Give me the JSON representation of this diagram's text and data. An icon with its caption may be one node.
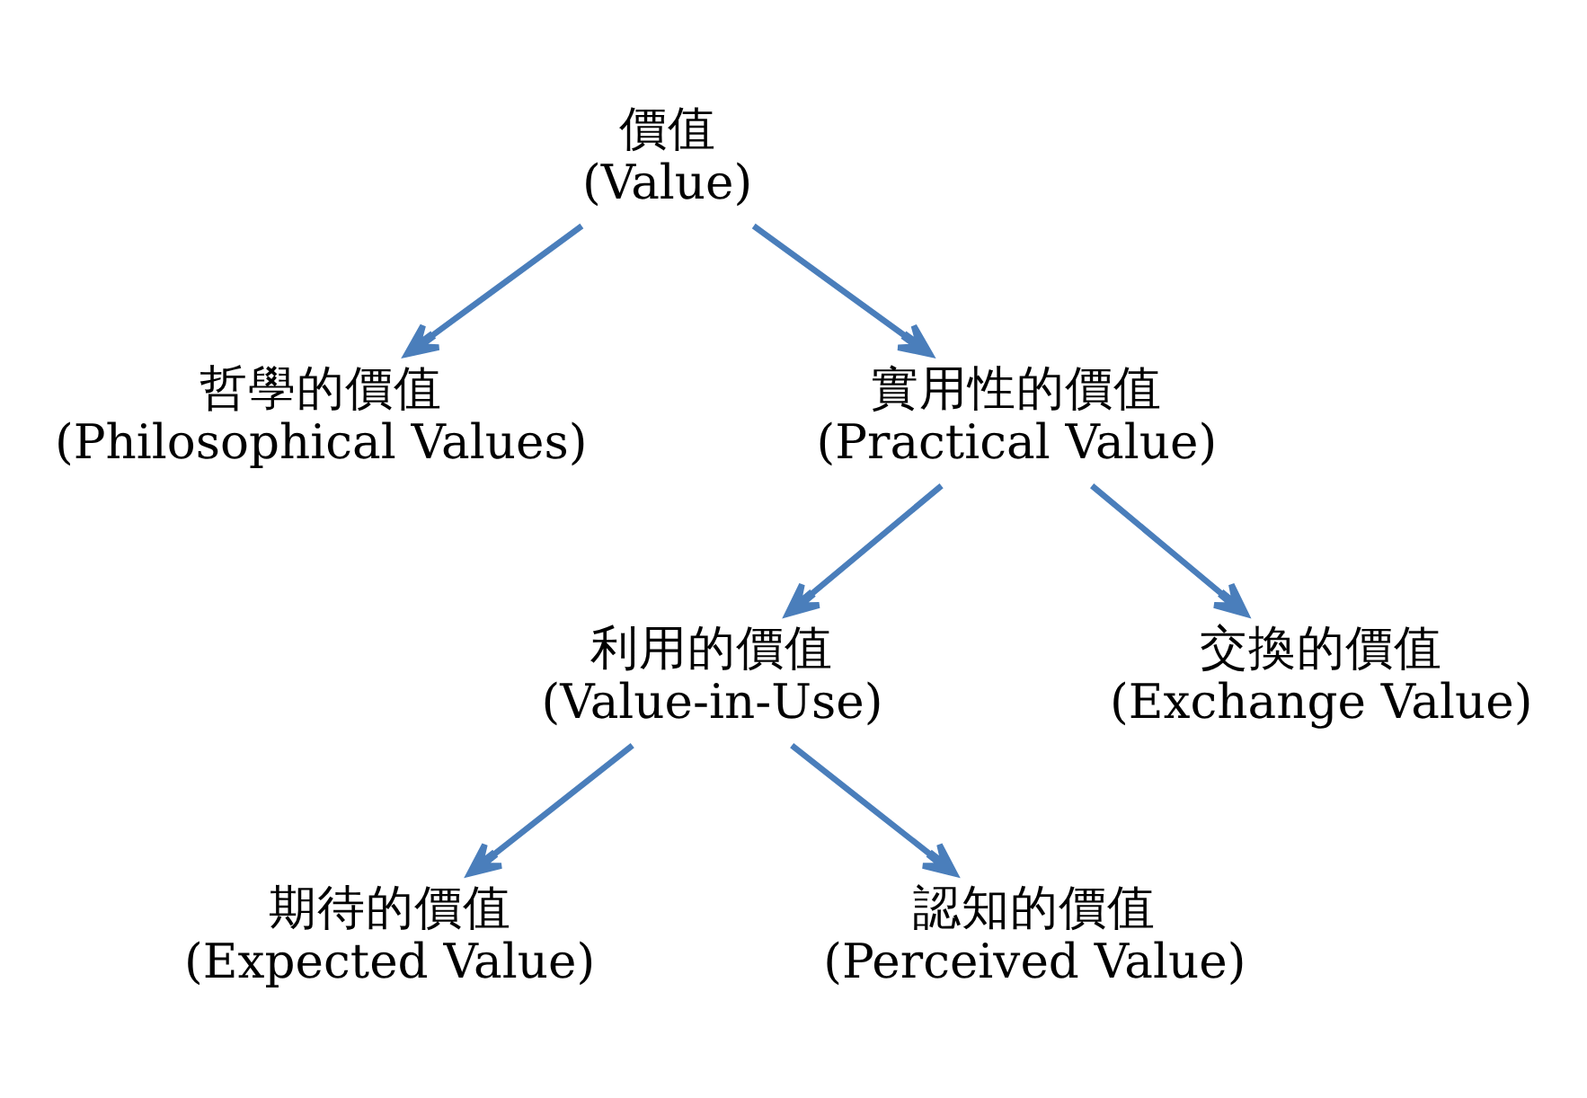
{
  "diagram": {
    "nodes": [
      {
        "text": [
          "價值",
          "(Value)"
        ]
      },
      {
        "text": [
          "哲學的價值",
          "(Philosophical Values)"
        ]
      },
      {
        "text": [
          "實用性的價值",
          "(Practical Value)"
        ]
      },
      {
        "text": [
          "利用的價值",
          "(Value-in-Use)"
        ]
      },
      {
        "text": [
          "交換的價值",
          "(Exchange Value)"
        ]
      },
      {
        "text": [
          "期待的價值",
          "(Expected Value)"
        ]
      },
      {
        "text": [
          "認知的價值",
          "(Perceived Value)"
        ]
      }
    ],
    "edges": [
      {
        "from": 0,
        "to": 1,
        "arrow": "to"
      },
      {
        "from": 0,
        "to": 2,
        "arrow": "to"
      },
      {
        "from": 2,
        "to": 3,
        "arrow": "to"
      },
      {
        "from": 2,
        "to": 4,
        "arrow": "to"
      },
      {
        "from": 3,
        "to": 5,
        "arrow": "to"
      },
      {
        "from": 3,
        "to": 6,
        "arrow": "to"
      }
    ]
  }
}
